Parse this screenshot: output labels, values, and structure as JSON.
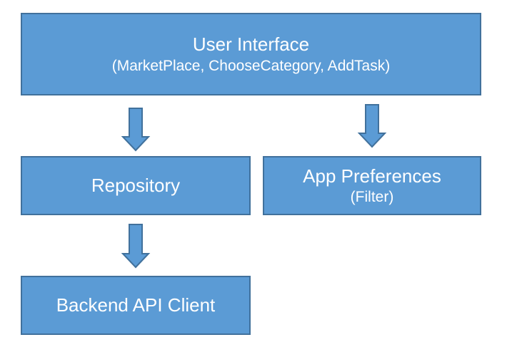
{
  "colors": {
    "box_fill": "#5b9bd5",
    "box_border": "#41719c",
    "text": "#ffffff",
    "arrow_fill": "#5b9bd5",
    "arrow_stroke": "#41719c"
  },
  "boxes": {
    "user_interface": {
      "title": "User Interface",
      "subtitle": "(MarketPlace, ChooseCategory, AddTask)"
    },
    "repository": {
      "title": "Repository"
    },
    "app_preferences": {
      "title": "App Preferences",
      "subtitle": "(Filter)"
    },
    "backend_api_client": {
      "title": "Backend API Client"
    }
  },
  "arrows": [
    {
      "from": "user_interface",
      "to": "repository"
    },
    {
      "from": "user_interface",
      "to": "app_preferences"
    },
    {
      "from": "repository",
      "to": "backend_api_client"
    }
  ]
}
